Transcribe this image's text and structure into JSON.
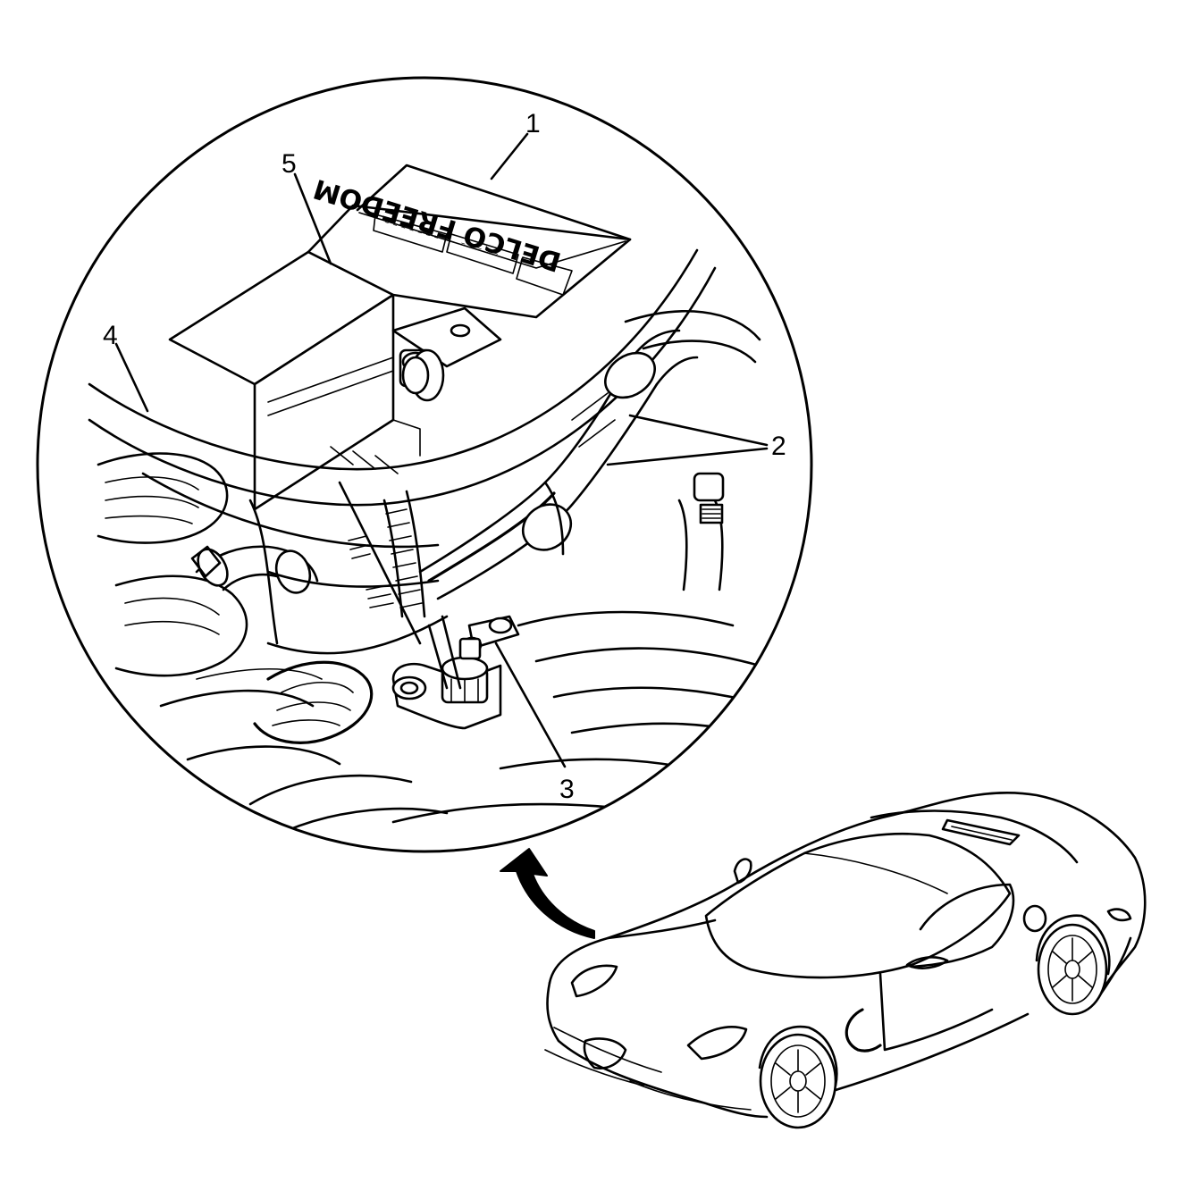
{
  "labels": {
    "c1": "1",
    "c2": "2",
    "c3": "3",
    "c4": "4",
    "c5": "5"
  },
  "battery": {
    "brand": "DELCO FREEDOM"
  },
  "icons": [
    "curved-arrow-icon"
  ],
  "colors": {
    "line": "#000000",
    "background": "#ffffff"
  }
}
